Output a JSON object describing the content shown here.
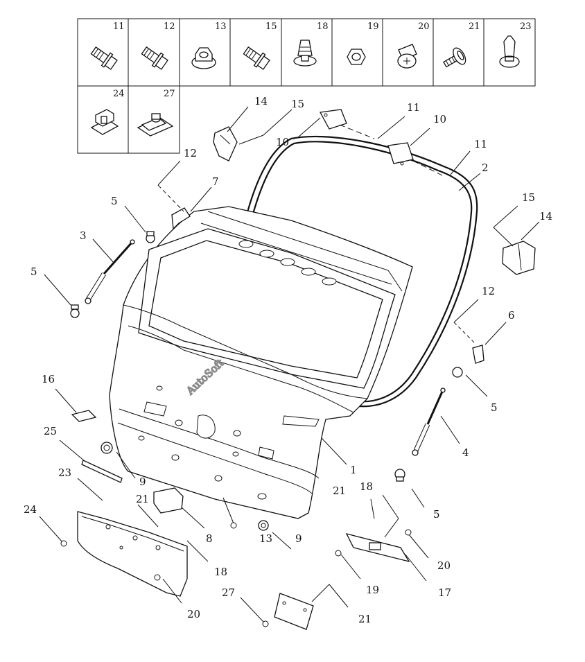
{
  "legend": {
    "row1": [
      "11",
      "12",
      "13",
      "15",
      "18",
      "19",
      "20",
      "21",
      "23"
    ],
    "row2": [
      "24",
      "27"
    ]
  },
  "callouts": [
    "14",
    "15",
    "10",
    "11",
    "10",
    "11",
    "2",
    "12",
    "7",
    "5",
    "3",
    "5",
    "15",
    "14",
    "12",
    "6",
    "5",
    "16",
    "25",
    "4",
    "9",
    "23",
    "21",
    "8",
    "1",
    "21",
    "18",
    "5",
    "24",
    "13",
    "9",
    "20",
    "18",
    "19",
    "17",
    "27",
    "20",
    "21"
  ],
  "watermark": "AutoSoft"
}
